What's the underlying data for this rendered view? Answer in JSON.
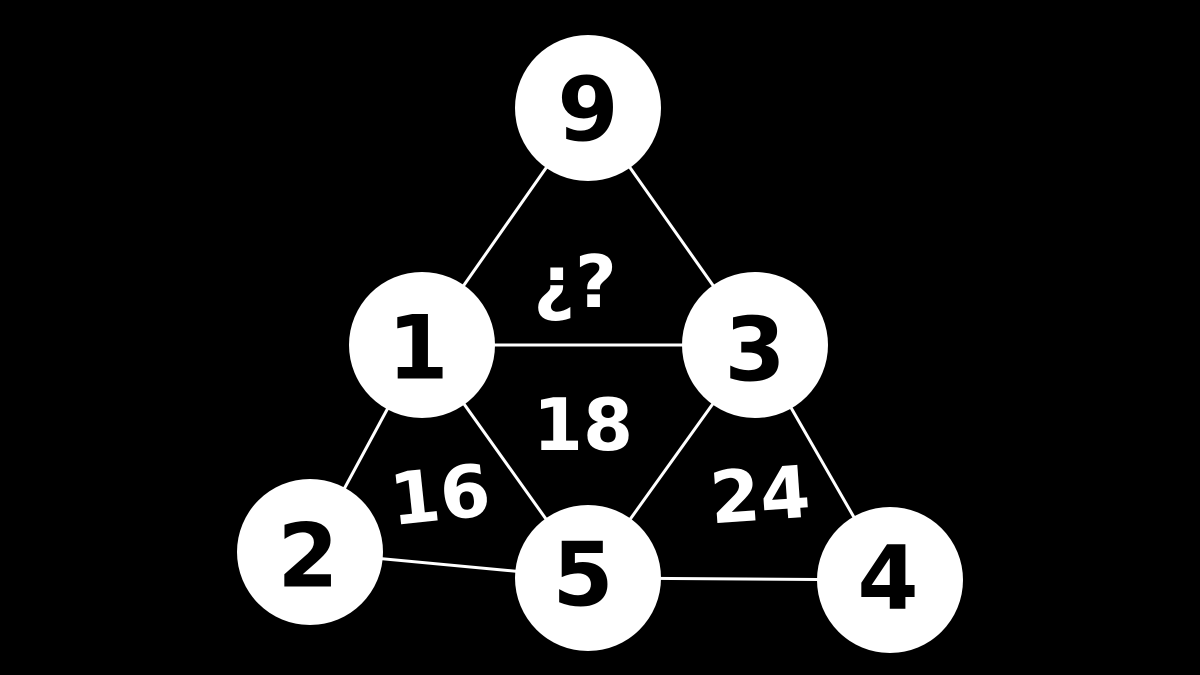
{
  "puzzle": {
    "nodes": {
      "top": "9",
      "mid_left": "1",
      "mid_right": "3",
      "bottom_left": "2",
      "bottom_mid": "5",
      "bottom_right": "4"
    },
    "regions": {
      "top": "¿?",
      "center": "18",
      "bottom_left": "16",
      "bottom_right": "24"
    },
    "colors": {
      "background": "#000000",
      "circle": "#ffffff",
      "line": "#ffffff"
    }
  }
}
